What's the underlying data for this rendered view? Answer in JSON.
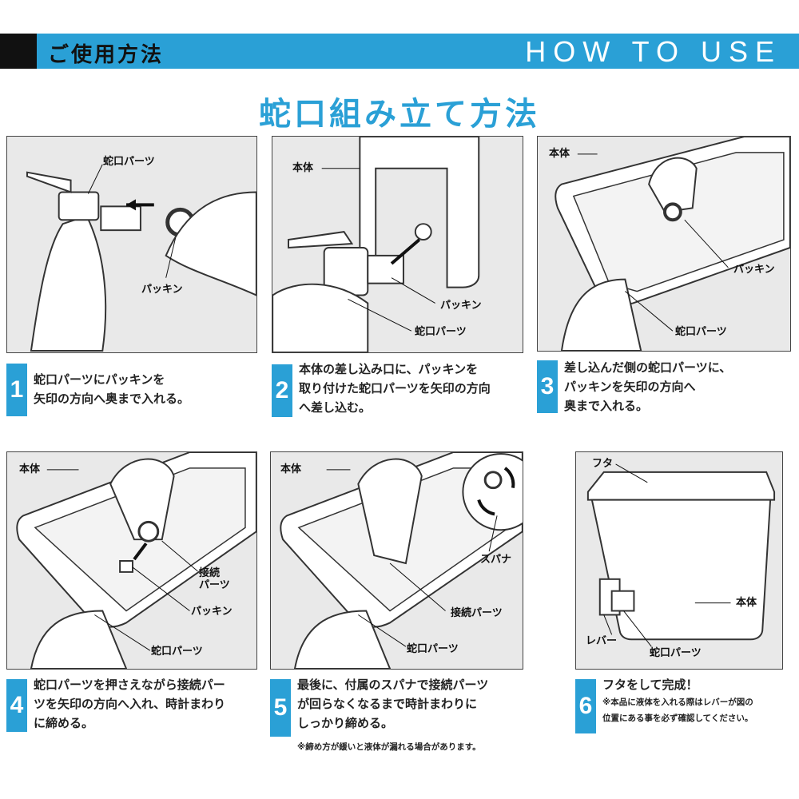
{
  "header": {
    "title_ja": "ご使用方法",
    "title_en": "HOW TO USE"
  },
  "subtitle": "蛇口組み立て方法",
  "panels": [
    {
      "labels": [
        "蛇口パーツ",
        "パッキン"
      ]
    },
    {
      "labels": [
        "本体",
        "パッキン",
        "蛇口パーツ"
      ]
    },
    {
      "labels": [
        "本体",
        "パッキン",
        "蛇口パーツ"
      ]
    },
    {
      "labels": [
        "本体",
        "接続\nパーツ",
        "パッキン",
        "蛇口パーツ"
      ]
    },
    {
      "labels": [
        "本体",
        "スパナ",
        "接続パーツ",
        "蛇口パーツ"
      ]
    },
    {
      "labels": [
        "フタ",
        "本体",
        "レバー",
        "蛇口パーツ"
      ]
    }
  ],
  "steps": [
    {
      "num": "1",
      "lines": [
        "蛇口パーツにパッキンを",
        "矢印の方向へ奥まで入れる。"
      ]
    },
    {
      "num": "2",
      "lines": [
        "本体の差し込み口に、パッキンを",
        "取り付けた蛇口パーツを矢印の方向",
        "へ差し込む。"
      ]
    },
    {
      "num": "3",
      "lines": [
        "差し込んだ側の蛇口パーツに、",
        "パッキンを矢印の方向へ",
        "奥まで入れる。"
      ]
    },
    {
      "num": "4",
      "lines": [
        "蛇口パーツを押さえながら接続パー",
        "ツを矢印の方向へ入れ、時計まわり",
        "に締める。"
      ]
    },
    {
      "num": "5",
      "lines": [
        "最後に、付属のスパナで接続パーツ",
        "が回らなくなるまで時計まわりに",
        "しっかり締める。"
      ],
      "note": "※締め方が緩いと液体が漏れる場合があります。"
    },
    {
      "num": "6",
      "lines": [
        "フタをして完成！"
      ],
      "note": "※本品に液体を入れる際はレバーが図の",
      "note2": "位置にある事を必ず確認してください。"
    }
  ],
  "colors": {
    "accent": "#2aa0d6",
    "panel_bg": "#e9e9e9"
  }
}
